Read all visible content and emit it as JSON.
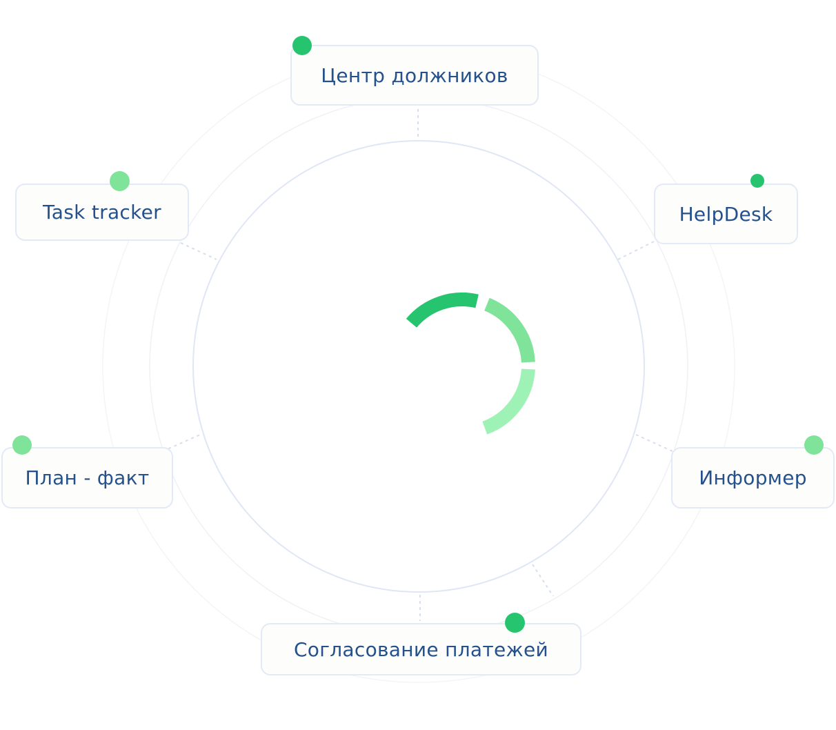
{
  "nodes": [
    {
      "label": "Центр должников",
      "dot_color": "#27c46f"
    },
    {
      "label": "Task tracker",
      "dot_color": "#80e39a"
    },
    {
      "label": "HelpDesk",
      "dot_color": "#27c46f"
    },
    {
      "label": "План - факт",
      "dot_color": "#80e39a"
    },
    {
      "label": "Информер",
      "dot_color": "#80e39a"
    },
    {
      "label": "Согласование платежей",
      "dot_color": "#27c46f"
    }
  ],
  "center_segments": [
    {
      "color": "#27c46f"
    },
    {
      "color": "#80e39a"
    },
    {
      "color": "#9ef2b5"
    }
  ]
}
